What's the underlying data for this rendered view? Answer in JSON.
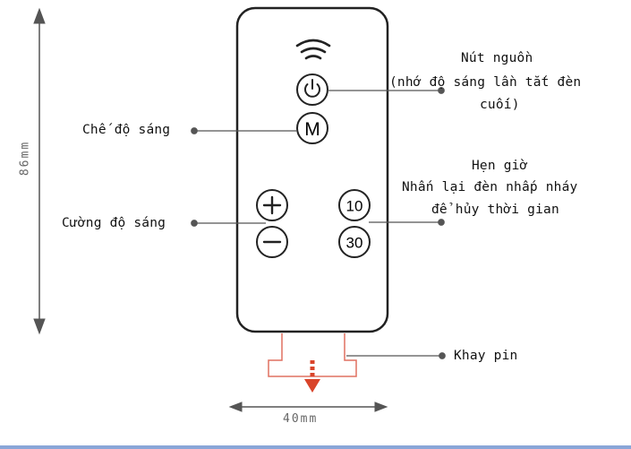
{
  "labels": {
    "power_title": "Nút nguồn",
    "power_note_1": "(nhớ độ sáng lần tắt đèn",
    "power_note_2": "cuối)",
    "mode": "Chế độ sáng",
    "timer_title": "Hẹn giờ",
    "timer_note_1": "Nhấn lại đèn nhấp nháy",
    "timer_note_2": "để hủy thời gian",
    "brightness": "Cường độ sáng",
    "battery": "Khay pin"
  },
  "dimensions": {
    "height": "86mm",
    "width": "40mm"
  },
  "buttons": {
    "mode": "M",
    "plus": "+",
    "minus": "−",
    "timer_10": "10",
    "timer_30": "30"
  },
  "icons": [
    "wifi-signal-icon",
    "power-icon",
    "plus-icon",
    "minus-icon",
    "arrow-down-icon"
  ],
  "colors": {
    "outline": "#222222",
    "leader": "#555555",
    "dimension": "#666666",
    "tray": "#e07060",
    "arrow": "#d9442a"
  }
}
